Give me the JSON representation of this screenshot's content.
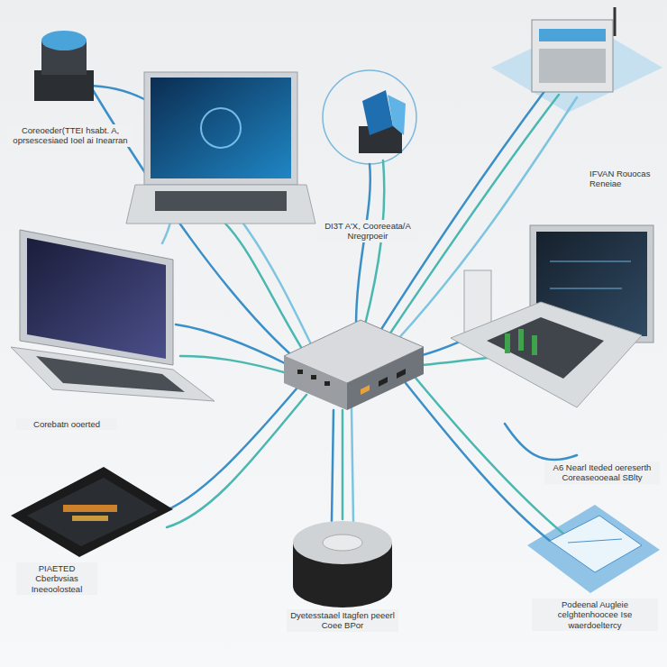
{
  "diagram": {
    "labels": [
      "Coreoeder(TTEI hsabt. A, oprsescesiaed Ioel ai Inearran",
      "DI3T A'X, Cooreeata/A Nregrpoeir",
      "IFVAN Rouocas Reneiae",
      "Corebatn ooerted",
      "A6 Nearl Iteded oereserth Coreaseooeaal SBlty",
      "PIAETED Cberbvsias Ineeoolosteal",
      "Dyetesstaael Itagfen peeerl Coee BPor",
      "Podeenal Augleie celghtenhoocee Ise waerdoeltercy"
    ]
  }
}
